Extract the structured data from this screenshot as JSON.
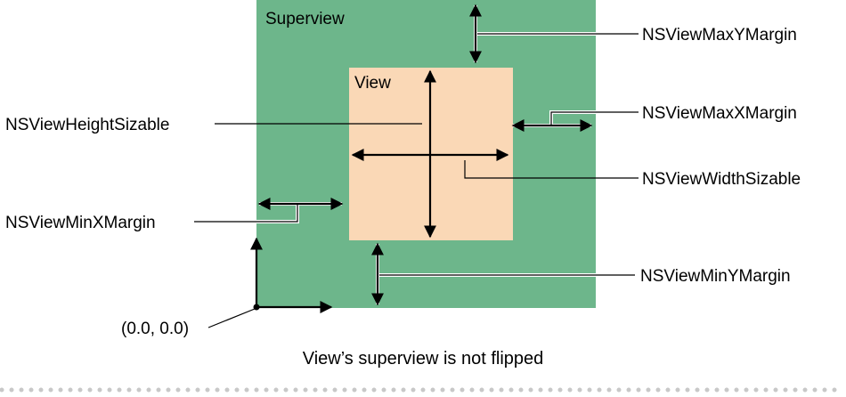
{
  "colors": {
    "superview_fill": "#6db68b",
    "view_fill": "#fad8b6",
    "dash": "#c8c8c8"
  },
  "superview_label": "Superview",
  "view_label": "View",
  "labels": {
    "max_y_margin": "NSViewMaxYMargin",
    "height_sizable": "NSViewHeightSizable",
    "max_x_margin": "NSViewMaxXMargin",
    "min_x_margin": "NSViewMinXMargin",
    "width_sizable": "NSViewWidthSizable",
    "min_y_margin": "NSViewMinYMargin",
    "origin": "(0.0, 0.0)"
  },
  "caption": "View’s superview is not flipped"
}
